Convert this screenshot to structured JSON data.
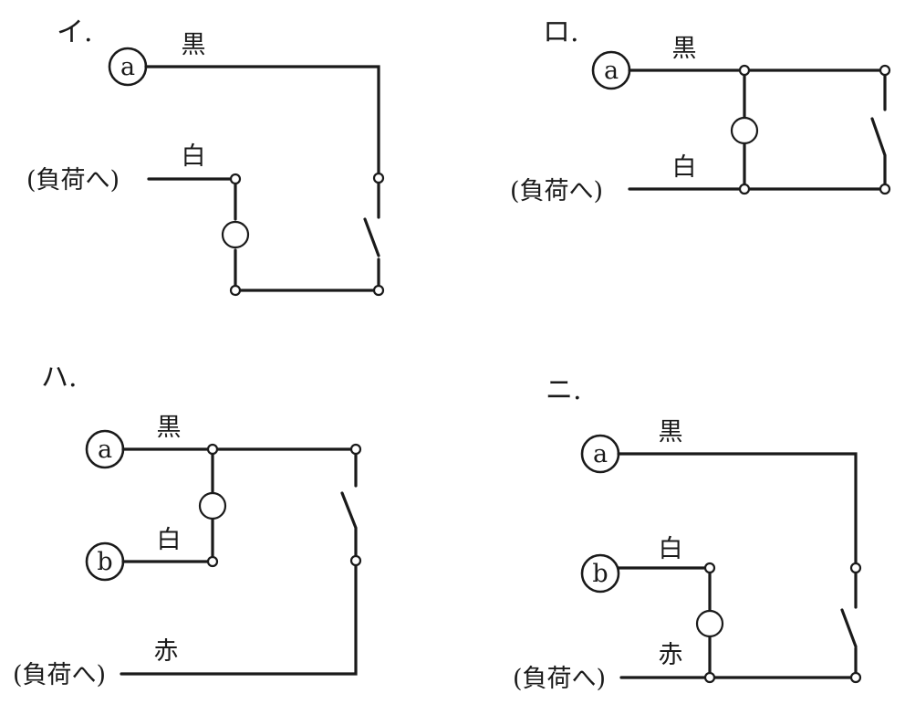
{
  "options": [
    {
      "label": "イ.",
      "terminal_a": "a",
      "wire_black": "黒",
      "wire_white": "白",
      "load": "(負荷へ)"
    },
    {
      "label": "ロ.",
      "terminal_a": "a",
      "wire_black": "黒",
      "wire_white": "白",
      "load": "(負荷へ)"
    },
    {
      "label": "ハ.",
      "terminal_a": "a",
      "terminal_b": "b",
      "wire_black": "黒",
      "wire_white": "白",
      "wire_red": "赤",
      "load": "(負荷へ)"
    },
    {
      "label": "ニ.",
      "terminal_a": "a",
      "terminal_b": "b",
      "wire_black": "黒",
      "wire_white": "白",
      "wire_red": "赤",
      "load": "(負荷へ)"
    }
  ]
}
